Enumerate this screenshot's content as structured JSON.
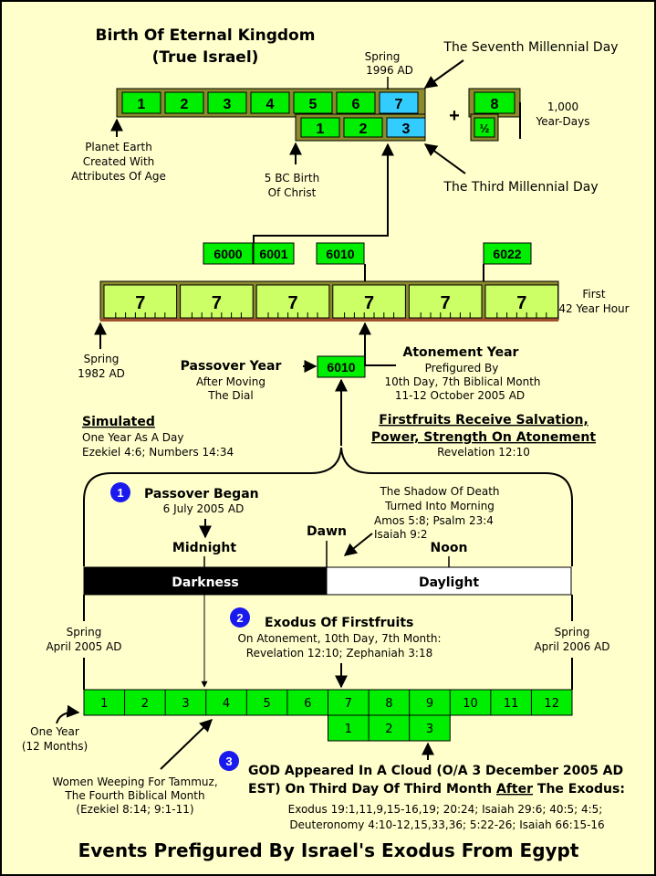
{
  "title": {
    "line1": "Birth Of Eternal Kingdom",
    "line2": "(True Israel)"
  },
  "footer_title": "Events Prefigured By Israel's Exodus From Egypt",
  "millennial": {
    "top_row": [
      "1",
      "2",
      "3",
      "4",
      "5",
      "6",
      "7"
    ],
    "bottom_row": [
      "1",
      "2",
      "3"
    ],
    "plus": "+",
    "eighth": "8",
    "half": "½",
    "spring_1996": [
      "Spring",
      "1996 AD"
    ],
    "seventh_day": "The Seventh Millennial Day",
    "third_day": "The Third Millennial Day",
    "year_days": [
      "1,000",
      "Year-Days"
    ],
    "earth_created": [
      "Planet Earth",
      "Created With",
      "Attributes Of Age"
    ],
    "birth_christ": [
      "5 BC Birth",
      "Of Christ"
    ]
  },
  "hours": {
    "labels": [
      "6000",
      "6001",
      "6010",
      "6022"
    ],
    "sevens": [
      "7",
      "7",
      "7",
      "7",
      "7",
      "7"
    ],
    "first_hour": [
      "First",
      "42 Year Hour"
    ],
    "spring_1982": [
      "Spring",
      "1982 AD"
    ]
  },
  "passover_year": {
    "box": "6010",
    "title": "Passover Year",
    "sub": [
      "After Moving",
      "The Dial"
    ]
  },
  "atonement_year": {
    "title": "Atonement Year",
    "l1": "Prefigured By",
    "l2": "10th Day, 7th Biblical Month",
    "l3": "11-12 October 2005 AD"
  },
  "simulated": {
    "title": "Simulated",
    "l1": "One Year As A Day",
    "l2": "Ezekiel 4:6; Numbers 14:34"
  },
  "firstfruits": {
    "l1": "Firstfruits Receive Salvation,",
    "l2": "Power, Strength On Atonement",
    "l3": "Revelation 12:10"
  },
  "day": {
    "badge1": "1",
    "passover_began": "Passover Began",
    "passover_date": "6 July 2005 AD",
    "shadow": [
      "The Shadow Of Death",
      "Turned Into Morning",
      "Amos 5:8; Psalm 23:4",
      "Isaiah 9:2"
    ],
    "dawn": "Dawn",
    "midnight": "Midnight",
    "noon": "Noon",
    "darkness": "Darkness",
    "daylight": "Daylight",
    "badge2": "2",
    "exodus": "Exodus Of Firstfruits",
    "exodus_l1": "On Atonement, 10th Day, 7th Month:",
    "exodus_l2": "Revelation 12:10; Zephaniah 3:18",
    "spring_2005": [
      "Spring",
      "April 2005 AD"
    ],
    "spring_2006": [
      "Spring",
      "April 2006 AD"
    ]
  },
  "months": {
    "row": [
      "1",
      "2",
      "3",
      "4",
      "5",
      "6",
      "7",
      "8",
      "9",
      "10",
      "11",
      "12"
    ],
    "sub": [
      "1",
      "2",
      "3"
    ],
    "one_year": [
      "One Year",
      "(12 Months)"
    ],
    "tammuz": [
      "Women Weeping For Tammuz,",
      "The Fourth Biblical Month",
      "(Ezekiel 8:14; 9:1-11)"
    ]
  },
  "cloud": {
    "badge3": "3",
    "l1": "GOD Appeared In A Cloud (O/A 3 December 2005 AD",
    "l2a": "EST) On Third Day Of Third Month ",
    "l2b": "After",
    "l2c": " The Exodus:",
    "l3": "Exodus 19:1,11,9,15-16,19; 20:24; Isaiah 29:6; 40:5; 4:5;",
    "l4": "Deuteronomy 4:10-12,15,33,36; 5:22-26; Isaiah 66:15-16"
  },
  "colors": {
    "background": "#ffffcc",
    "olive": "#8b8b2e",
    "green": "#00ee00",
    "light_green": "#ccff66",
    "cyan": "#33ccff",
    "badge_blue": "#1a1aee",
    "bar_brown": "#a0522d"
  }
}
